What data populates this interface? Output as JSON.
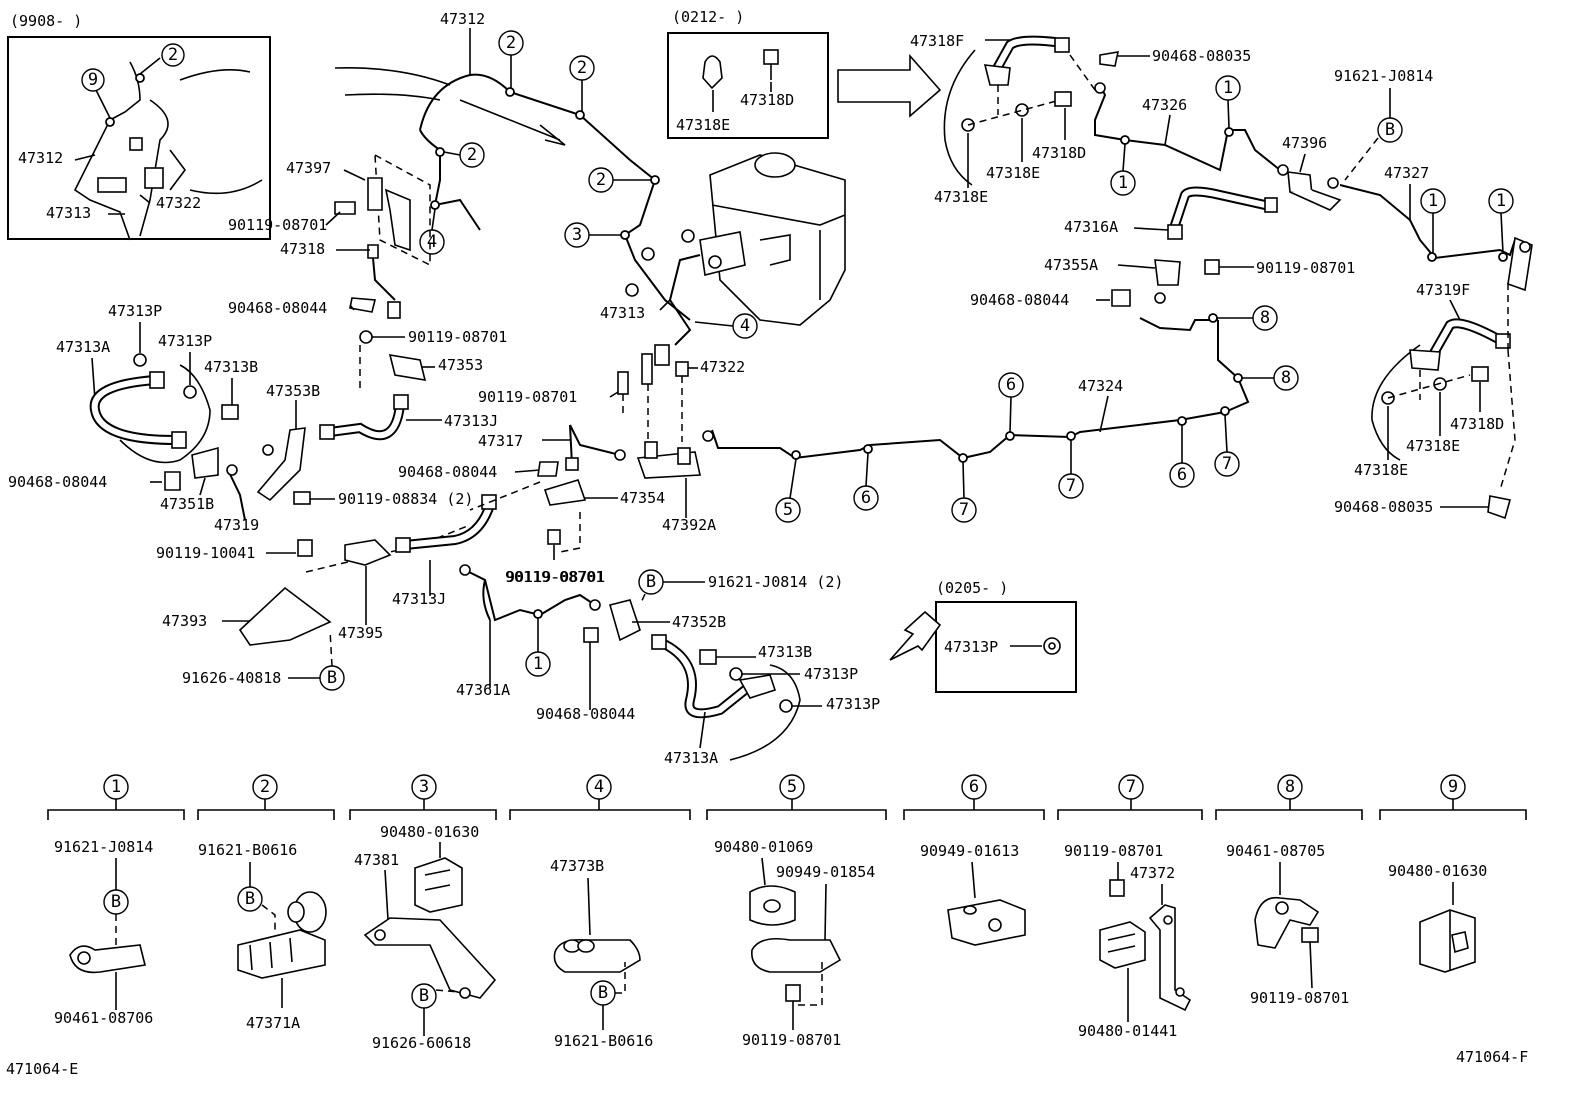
{
  "diagram": {
    "ref_left": "471064-E",
    "ref_right": "471064-F",
    "boxes": {
      "b9908": "(9908-      )",
      "b0212": "(0212-      )",
      "b0205": "(0205-      )"
    },
    "labels": {
      "l47312a": "47312",
      "l47313a": "47313",
      "l47322a": "47322",
      "l47312b": "47312",
      "l47397": "47397",
      "l47318": "47318",
      "l90119_08701a": "90119-08701",
      "l90468_08044a": "90468-08044",
      "l90119_08701b": "90119-08701",
      "l47353": "47353",
      "l47313Pa": "47313P",
      "l47313Pb": "47313P",
      "l47313Aa": "47313A",
      "l47313Ba": "47313B",
      "l47353B": "47353B",
      "l47313Ja": "47313J",
      "l90468_08044b": "90468-08044",
      "l47351B": "47351B",
      "l47319": "47319",
      "l90119_08834": "90119-08834 (2)",
      "l90119_10041": "90119-10041",
      "l47393": "47393",
      "l47395": "47395",
      "l47313Jb": "47313J",
      "l91626_40818": "91626-40818",
      "l47361A": "47361A",
      "l90468_08044c": "90468-08044",
      "l90119_08701c": "90119-08701",
      "l47318E_top": "47318E",
      "l47318D_top": "47318D",
      "l47313b": "47313",
      "l47322b": "47322",
      "l90119_08701d": "90119-08701",
      "l47317": "47317",
      "l90468_08044d": "90468-08044",
      "l47354": "47354",
      "l47392A": "47392A",
      "l90119_08701e": "90119-08701",
      "l91621_J0814_2": "91621-J0814 (2)",
      "l47352B": "47352B",
      "l47313Bb": "47313B",
      "l47313Pc": "47313P",
      "l47313Pd": "47313P",
      "l47313Ab": "47313A",
      "l47313Pe": "47313P",
      "l47324": "47324",
      "l47318F": "47318F",
      "l90468_08035a": "90468-08035",
      "l47326": "47326",
      "l47318Da": "47318D",
      "l47318Ea": "47318E",
      "l47318Eb": "47318E",
      "l91621_J0814a": "91621-J0814",
      "l47396": "47396",
      "l47327": "47327",
      "l47316A": "47316A",
      "l47355A": "47355A",
      "l90119_08701f": "90119-08701",
      "l90468_08044e": "90468-08044",
      "l47319F": "47319F",
      "l47318Db": "47318D",
      "l47318Ec": "47318E",
      "l47318Ed": "47318E",
      "l90468_08035b": "90468-08035",
      "k1_top": "91621-J0814",
      "k1_bot": "90461-08706",
      "k2_top": "91621-B0616",
      "k2_bot": "47371A",
      "k3_top": "90480-01630",
      "k3_mid": "47381",
      "k3_bot": "91626-60618",
      "k4_top": "47373B",
      "k4_bot": "91621-B0616",
      "k5_top": "90480-01069",
      "k5_mid": "90949-01854",
      "k5_bot": "90119-08701",
      "k6_top": "90949-01613",
      "k7_top": "90119-08701",
      "k7_mid": "47372",
      "k7_bot": "90480-01441",
      "k8_top": "90461-08705",
      "k8_bot": "90119-08701",
      "k9_top": "90480-01630"
    },
    "markers": {
      "m1": "1",
      "m2": "2",
      "m3": "3",
      "m4": "4",
      "m5": "5",
      "m6": "6",
      "m7": "7",
      "m8": "8",
      "m9": "9",
      "mB": "B"
    }
  }
}
